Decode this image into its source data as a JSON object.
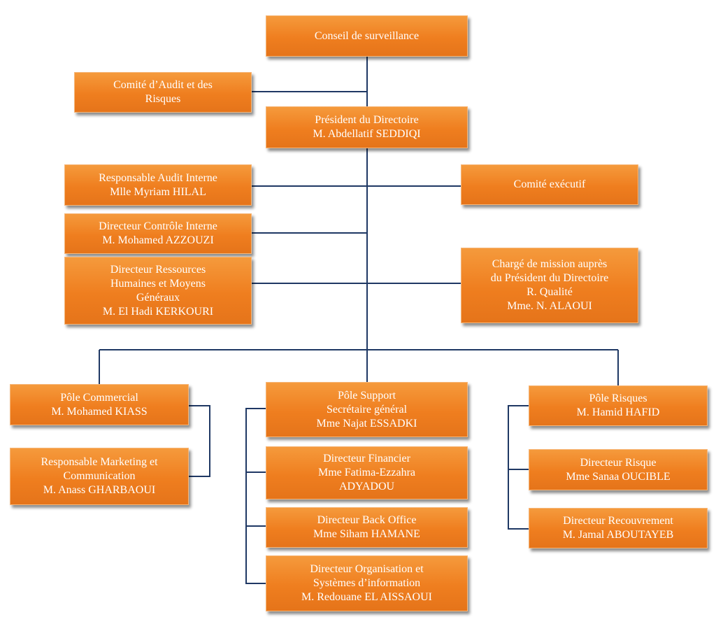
{
  "org_chart": {
    "conseil": [
      "Conseil de surveillance"
    ],
    "comite_audit": [
      "Comité d’Audit et des",
      "Risques"
    ],
    "president": [
      "Président du Directoire",
      "M. Abdellatif SEDDIQI"
    ],
    "audit_interne": [
      "Responsable Audit Interne",
      "Mlle Myriam HILAL"
    ],
    "comite_executif": [
      "Comité exécutif"
    ],
    "controle_interne": [
      "Directeur Contrôle Interne",
      "M. Mohamed AZZOUZI"
    ],
    "rh": [
      "Directeur Ressources",
      "Humaines et Moyens",
      "Généraux",
      "M. El Hadi KERKOURI"
    ],
    "charge_mission": [
      "Chargé de mission auprès",
      "du Président du Directoire",
      "R. Qualité",
      "Mme. N. ALAOUI"
    ],
    "pole_commercial": [
      "Pôle Commercial",
      "M. Mohamed KIASS"
    ],
    "marketing": [
      "Responsable Marketing et",
      "Communication",
      "M. Anass GHARBAOUI"
    ],
    "pole_support": [
      "Pôle Support",
      "Secrétaire général",
      "Mme Najat ESSADKI"
    ],
    "financier": [
      "Directeur Financier",
      "Mme Fatima-Ezzahra",
      "ADYADOU"
    ],
    "back_office": [
      "Directeur Back Office",
      "Mme Siham HAMANE"
    ],
    "organisation": [
      "Directeur Organisation et",
      "Systèmes d’information",
      "M. Redouane EL AISSAOUI"
    ],
    "pole_risques": [
      "Pôle Risques",
      "M. Hamid HAFID"
    ],
    "directeur_risque": [
      "Directeur Risque",
      "Mme Sanaa OUCIBLE"
    ],
    "recouvrement": [
      "Directeur Recouvrement",
      "M. Jamal ABOUTAYEB"
    ]
  },
  "colors": {
    "box_fill": "#ef7e1f",
    "box_text": "#ffffff",
    "connector": "#1f3864"
  }
}
